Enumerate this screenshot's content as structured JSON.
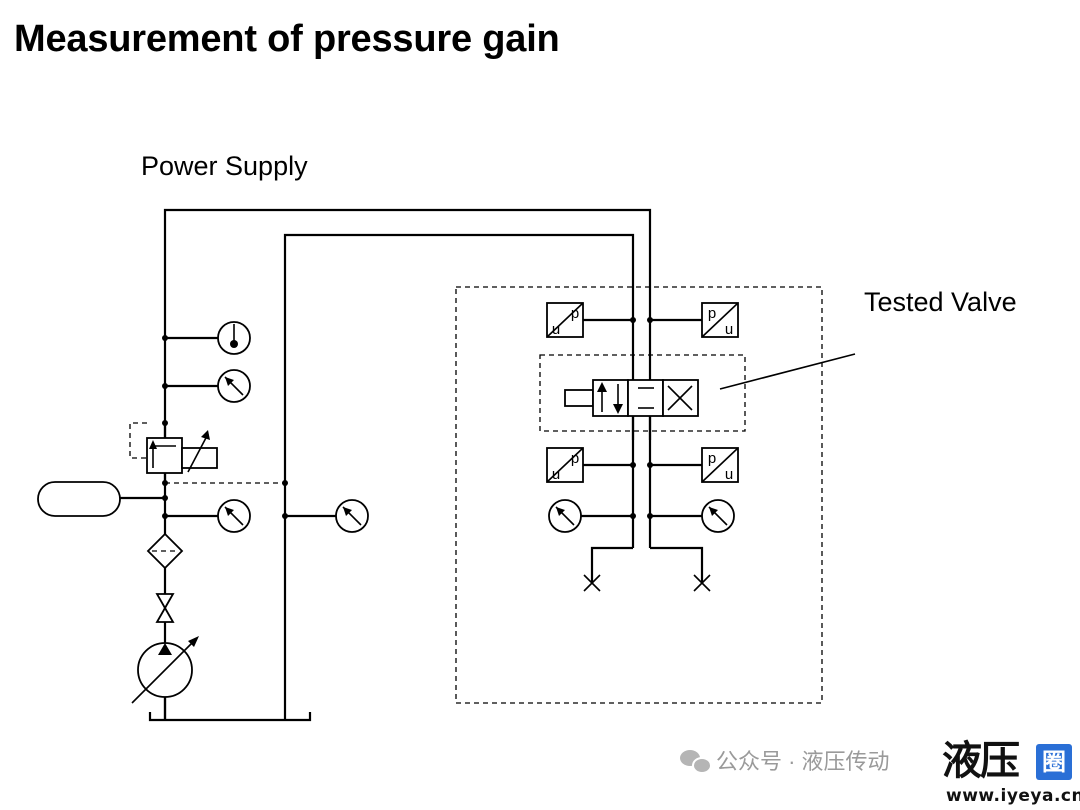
{
  "title": "Measurement of pressure gain",
  "labels": {
    "power_supply": "Power Supply",
    "tested_valve": "Tested Valve"
  },
  "transducer": {
    "top": "p",
    "bottom": "u"
  },
  "watermark": {
    "text": "公众号 · 液压传动",
    "brand": "液压",
    "brand_badge": "圈",
    "url": "www.iyeya.cn"
  },
  "icons": [
    "wechat-icon",
    "accumulator-icon",
    "filter-icon",
    "valve-icon",
    "variable-pump-icon",
    "pressure-gauge-icon",
    "thermometer-icon",
    "relief-valve-icon",
    "pressure-transducer-icon",
    "servo-valve-icon",
    "tank-icon",
    "plug-icon"
  ],
  "colors": {
    "line": "#000000",
    "watermark": "#9a9a9a",
    "badge": "#2a6fd6"
  }
}
